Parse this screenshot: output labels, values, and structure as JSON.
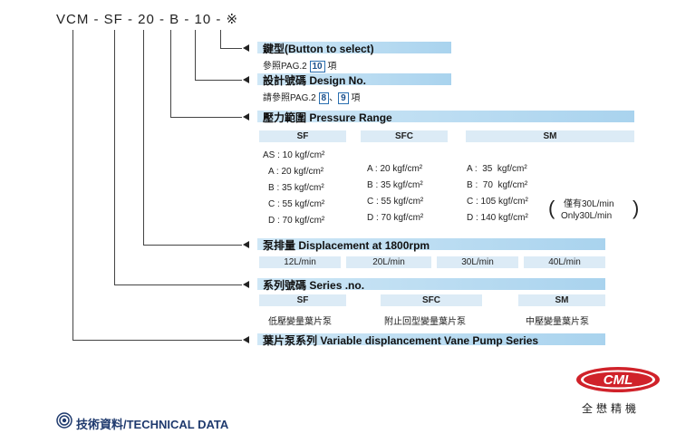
{
  "model_code": "VCM - SF - 20 - B - 10 - ※",
  "sections": {
    "key": {
      "title": "鍵型(Button to select)",
      "ref_prefix": "參照PAG.2",
      "ref_page": "10",
      "ref_suffix": "項"
    },
    "design": {
      "title": "設計號碼  Design No.",
      "ref_prefix": "請參照PAG.2",
      "ref_page1": "8",
      "ref_sep": "、",
      "ref_page2": "9",
      "ref_suffix": "項"
    },
    "pressure": {
      "title": "壓力範圍  Pressure Range",
      "columns": [
        "SF",
        "SFC",
        "SM"
      ],
      "sf_values": [
        "AS : 10 kgf/cm²",
        "A : 20 kgf/cm²",
        "B : 35 kgf/cm²",
        "C : 55 kgf/cm²",
        "D : 70 kgf/cm²"
      ],
      "sfc_values": [
        "A : 20 kgf/cm²",
        "B : 35 kgf/cm²",
        "C : 55 kgf/cm²",
        "D : 70 kgf/cm²"
      ],
      "sm_values": [
        "A :  35  kgf/cm²",
        "B :  70  kgf/cm²",
        "C : 105 kgf/cm²",
        "D : 140 kgf/cm²"
      ],
      "sm_note_cn": "僅有30L/min",
      "sm_note_en": "Only30L/min"
    },
    "displacement": {
      "title": "泵排量  Displacement at 1800rpm",
      "values": [
        "12L/min",
        "20L/min",
        "30L/min",
        "40L/min"
      ]
    },
    "series": {
      "title": "系列號碼  Series .no.",
      "columns": [
        "SF",
        "SFC",
        "SM"
      ],
      "descriptions": [
        "低壓變量葉片泵",
        "附止回型變量葉片泵",
        "中壓變量葉片泵"
      ]
    },
    "pump": {
      "title": "葉片泵系列  Variable displancement Vane Pump Series"
    }
  },
  "brand": {
    "logo_text": "CML",
    "name_cn": "全懋精機"
  },
  "footer": {
    "label": "技術資料/TECHNICAL DATA"
  },
  "colors": {
    "accent_bar": "#a9d3ee",
    "brand_red": "#d0222a",
    "footer_blue": "#1f3a6e"
  }
}
